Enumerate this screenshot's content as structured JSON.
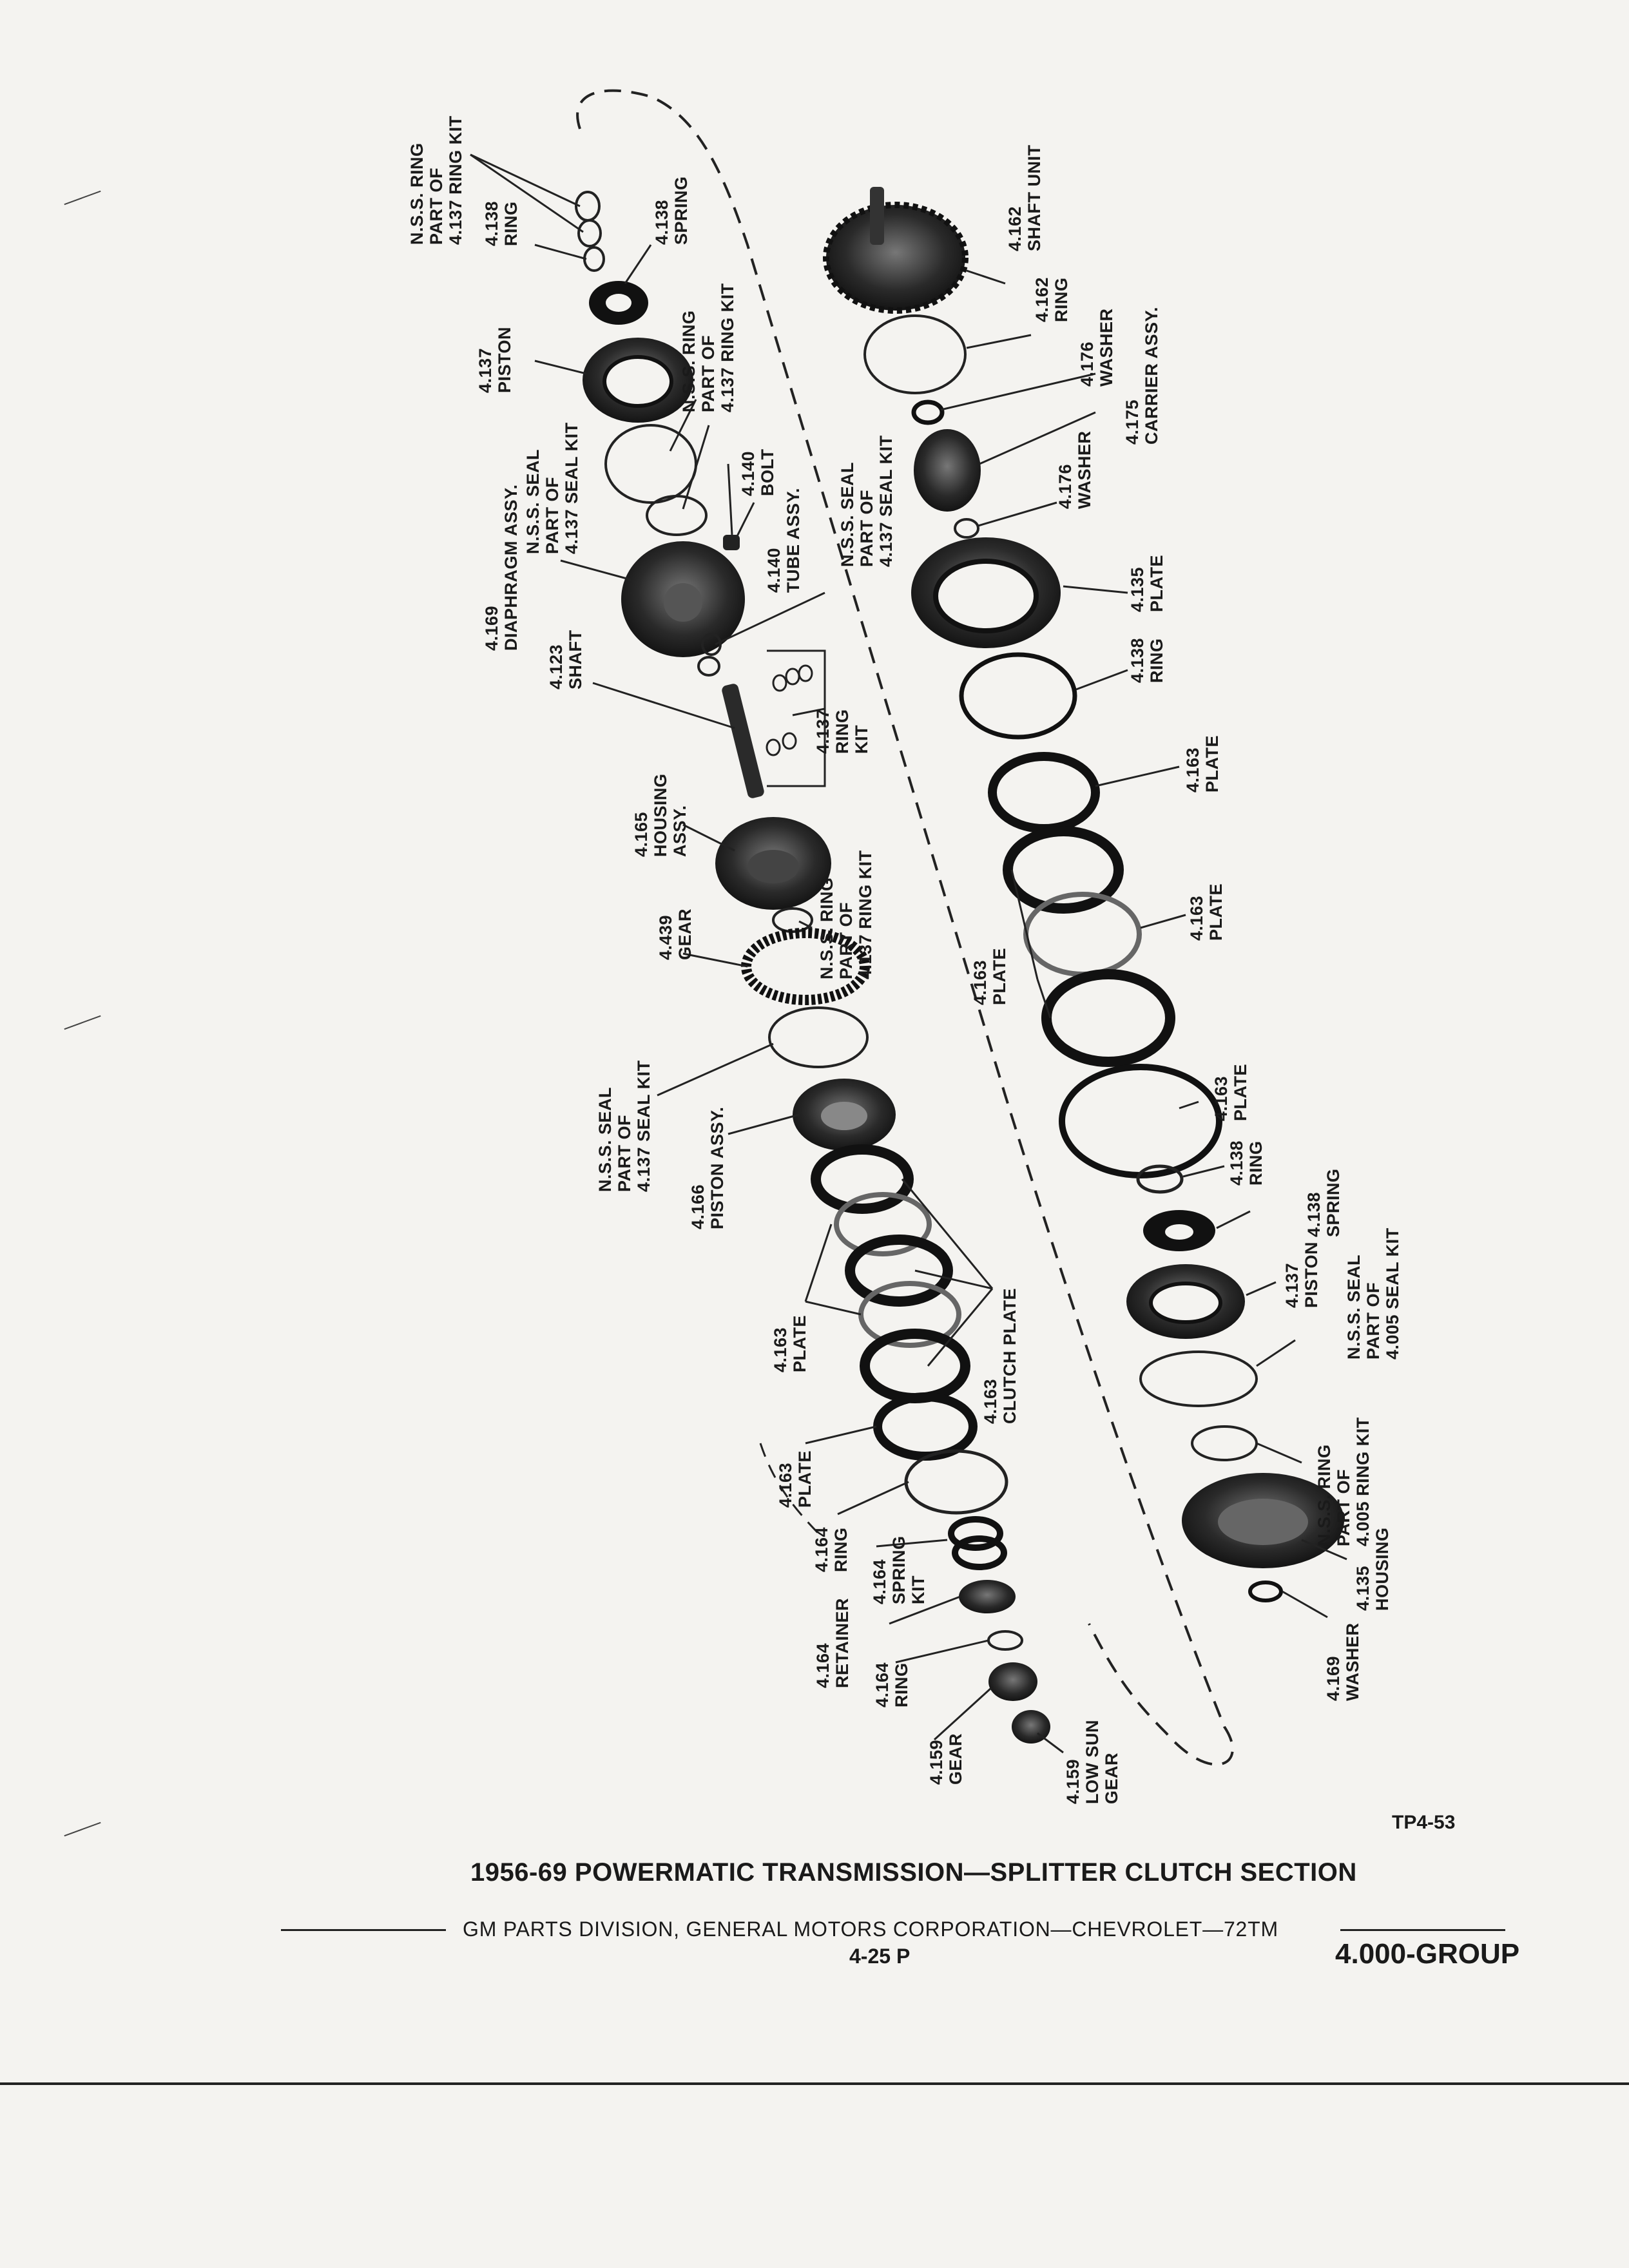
{
  "labels": [
    {
      "id": "nss-ring-4137-top",
      "lines": [
        "N.S.S. RING",
        "PART OF",
        "4.137 RING KIT"
      ]
    },
    {
      "id": "ring-4138-top",
      "lines": [
        "4.138",
        "RING"
      ]
    },
    {
      "id": "spring-4138-top",
      "lines": [
        "4.138",
        "SPRING"
      ]
    },
    {
      "id": "piston-4137-top",
      "lines": [
        "4.137",
        "PISTON"
      ]
    },
    {
      "id": "nss-ring-4137-mid",
      "lines": [
        "N.S.S. RING",
        "PART OF",
        "4.137 RING KIT"
      ]
    },
    {
      "id": "nss-seal-4137-a",
      "lines": [
        "N.S.S. SEAL",
        "PART OF",
        "4.137 SEAL KIT"
      ]
    },
    {
      "id": "bolt-4140",
      "lines": [
        "4.140",
        "BOLT"
      ]
    },
    {
      "id": "tube-4140",
      "lines": [
        "4.140",
        "TUBE ASSY."
      ]
    },
    {
      "id": "diaphragm-4169",
      "lines": [
        "4.169",
        "DIAPHRAGM ASSY."
      ]
    },
    {
      "id": "nss-seal-4137-b",
      "lines": [
        "N.S.S. SEAL",
        "PART OF",
        "4.137 SEAL KIT"
      ]
    },
    {
      "id": "shaft-4123",
      "lines": [
        "4.123",
        "SHAFT"
      ]
    },
    {
      "id": "ring-kit-4137",
      "lines": [
        "4.137",
        "RING",
        "KIT"
      ]
    },
    {
      "id": "housing-4165",
      "lines": [
        "4.165",
        "HOUSING",
        "ASSY."
      ]
    },
    {
      "id": "nss-ring-4137-low",
      "lines": [
        "N.S.S. RING",
        "PART OF",
        "4.137 RING KIT"
      ]
    },
    {
      "id": "gear-4439",
      "lines": [
        "4.439",
        "GEAR"
      ]
    },
    {
      "id": "nss-seal-4137-c",
      "lines": [
        "N.S.S. SEAL",
        "PART OF",
        "4.137 SEAL KIT"
      ]
    },
    {
      "id": "piston-4166",
      "lines": [
        "4.166",
        "PISTON ASSY."
      ]
    },
    {
      "id": "plate-4163-left-a",
      "lines": [
        "4.163",
        "PLATE"
      ]
    },
    {
      "id": "clutch-plate-4163",
      "lines": [
        "4.163",
        "CLUTCH PLATE"
      ]
    },
    {
      "id": "plate-4163-left-b",
      "lines": [
        "4.163",
        "PLATE"
      ]
    },
    {
      "id": "ring-4164-a",
      "lines": [
        "4.164",
        "RING"
      ]
    },
    {
      "id": "spring-kit-4164",
      "lines": [
        "4.164",
        "SPRING",
        "KIT"
      ]
    },
    {
      "id": "retainer-4164",
      "lines": [
        "4.164",
        "RETAINER"
      ]
    },
    {
      "id": "ring-4164-b",
      "lines": [
        "4.164",
        "RING"
      ]
    },
    {
      "id": "gear-4159",
      "lines": [
        "4.159",
        "GEAR"
      ]
    },
    {
      "id": "low-sun-gear-4159",
      "lines": [
        "4.159",
        "LOW SUN",
        "GEAR"
      ]
    },
    {
      "id": "shaft-unit-4162",
      "lines": [
        "4.162",
        "SHAFT UNIT"
      ]
    },
    {
      "id": "ring-4162",
      "lines": [
        "4.162",
        "RING"
      ]
    },
    {
      "id": "washer-4176-a",
      "lines": [
        "4.176",
        "WASHER"
      ]
    },
    {
      "id": "carrier-4175",
      "lines": [
        "4.175",
        "CARRIER ASSY."
      ]
    },
    {
      "id": "washer-4176-b",
      "lines": [
        "4.176",
        "WASHER"
      ]
    },
    {
      "id": "plate-4135",
      "lines": [
        "4.135",
        "PLATE"
      ]
    },
    {
      "id": "ring-4138-right",
      "lines": [
        "4.138",
        "RING"
      ]
    },
    {
      "id": "plate-4163-right-a",
      "lines": [
        "4.163",
        "PLATE"
      ]
    },
    {
      "id": "plate-4163-right-b",
      "lines": [
        "4.163",
        "PLATE"
      ]
    },
    {
      "id": "plate-4163-center",
      "lines": [
        "4.163",
        "PLATE"
      ]
    },
    {
      "id": "plate-4163-right-c",
      "lines": [
        "4.163",
        "PLATE"
      ]
    },
    {
      "id": "ring-4138-low",
      "lines": [
        "4.138",
        "RING"
      ]
    },
    {
      "id": "spring-4138-low",
      "lines": [
        "4.138",
        "SPRING"
      ]
    },
    {
      "id": "piston-4137-low",
      "lines": [
        "4.137",
        "PISTON"
      ]
    },
    {
      "id": "nss-seal-4005",
      "lines": [
        "N.S.S. SEAL",
        "PART OF",
        "4.005 SEAL KIT"
      ]
    },
    {
      "id": "nss-ring-4005",
      "lines": [
        "N.S.S. RING",
        "PART OF",
        "4.005 RING KIT"
      ]
    },
    {
      "id": "housing-4135",
      "lines": [
        "4.135",
        "HOUSING"
      ]
    },
    {
      "id": "washer-4169",
      "lines": [
        "4.169",
        "WASHER"
      ]
    }
  ],
  "figure_code": "TP4-53",
  "title": "1956-69 POWERMATIC TRANSMISSION—SPLITTER CLUTCH SECTION",
  "footer": {
    "publisher": "GM PARTS DIVISION, GENERAL MOTORS CORPORATION—CHEVROLET—72TM",
    "page": "4-25 P",
    "group": "4.000-GROUP"
  }
}
